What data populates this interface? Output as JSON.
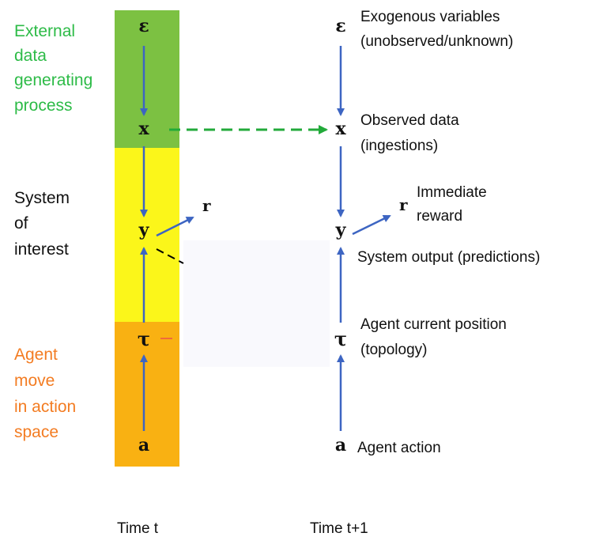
{
  "colors": {
    "band_external": "#7cc142",
    "band_system": "#fbf61a",
    "band_agent": "#f9b112",
    "label_external": "#2dbb47",
    "label_system": "#111111",
    "label_agent": "#f37c22",
    "arrow_blue": "#3d65c2",
    "arrow_green_dashed": "#22aa3a",
    "dash_orange": "#f06a3a",
    "dash_black": "#000000",
    "text": "#111111"
  },
  "left_labels": {
    "external": [
      "External",
      "data",
      "generating",
      "process"
    ],
    "system": [
      "System",
      "of",
      "interest"
    ],
    "agent": [
      "Agent",
      "move",
      "in action",
      "space"
    ]
  },
  "time_t": {
    "label": "Time t",
    "nodes": {
      "eps": "ε",
      "x": "x",
      "y": "y",
      "tau": "τ",
      "a": "a",
      "r": "r"
    }
  },
  "time_t1": {
    "label": "Time t+1",
    "nodes": {
      "eps": "ε",
      "x": "x",
      "y": "y",
      "tau": "τ",
      "a": "a",
      "r": "r"
    },
    "descriptions": {
      "eps": [
        "Exogenous variables",
        "(unobserved/unknown)"
      ],
      "x": [
        "Observed data",
        "(ingestions)"
      ],
      "r": [
        "Immediate",
        "reward"
      ],
      "y": [
        "System output (predictions)"
      ],
      "tau": [
        "Agent current position",
        "(topology)"
      ],
      "a": [
        "Agent action"
      ]
    }
  }
}
